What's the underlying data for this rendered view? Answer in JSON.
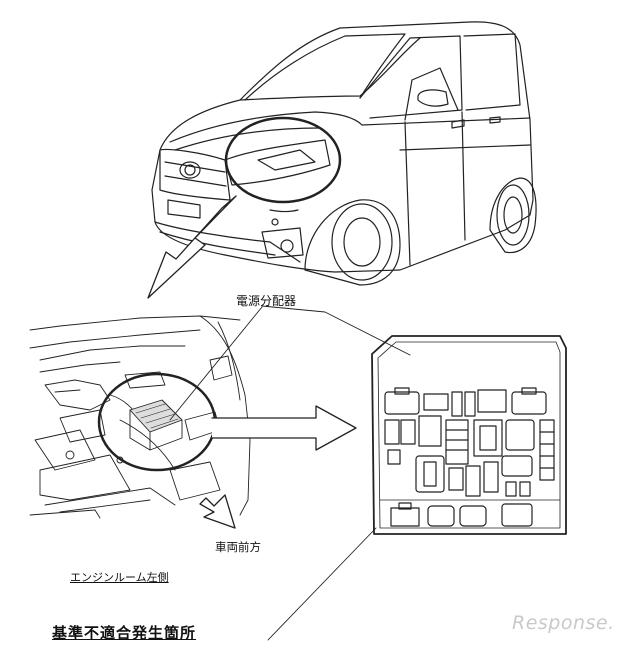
{
  "labels": {
    "power_distributor": "電源分配器",
    "vehicle_front": "車両前方",
    "engine_room_left": "エンジンルーム左側",
    "defect_location": "基準不適合発生箇所"
  },
  "watermark": "Response."
}
